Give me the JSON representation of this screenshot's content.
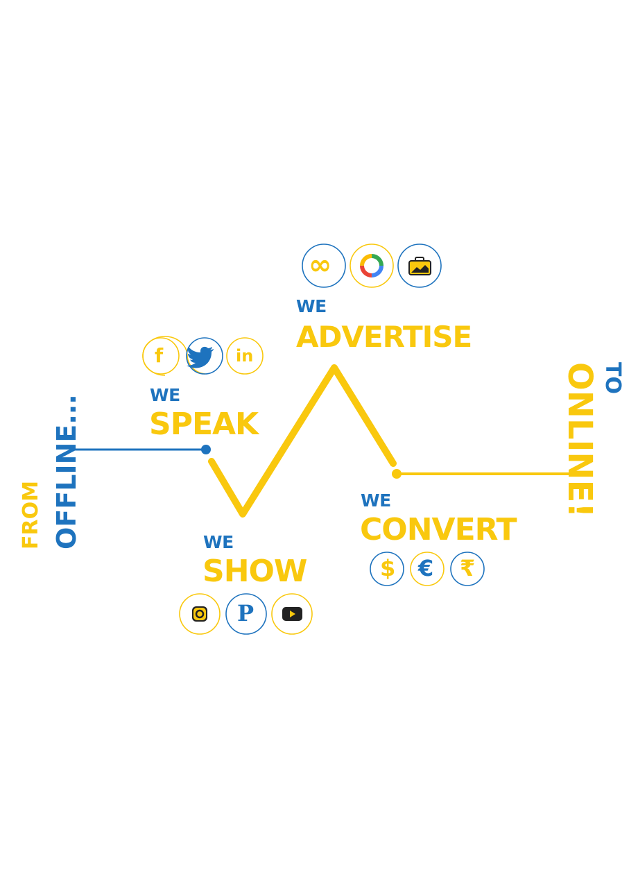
{
  "from_label": "FROM",
  "offline_label": "OFFLINE...",
  "to_label": "TO",
  "online_label": "ONLINE!",
  "stages": {
    "speak": {
      "we": "WE",
      "title": "SPEAK",
      "icons": [
        "facebook-icon",
        "twitter-icon",
        "linkedin-icon"
      ],
      "glyphs": [
        "f",
        "",
        "in"
      ]
    },
    "show": {
      "we": "WE",
      "title": "SHOW",
      "icons": [
        "instagram-icon",
        "pinterest-icon",
        "youtube-icon"
      ],
      "glyphs": [
        "",
        "P",
        ""
      ]
    },
    "advertise": {
      "we": "WE",
      "title": "ADVERTISE",
      "icons": [
        "meta-icon",
        "google-ads-icon",
        "business-icon"
      ],
      "glyphs": [
        "∞",
        "",
        ""
      ]
    },
    "convert": {
      "we": "WE",
      "title": "CONVERT",
      "icons": [
        "dollar-icon",
        "euro-icon",
        "rupee-icon"
      ],
      "glyphs": [
        "$",
        "€",
        "₹"
      ]
    }
  },
  "colors": {
    "blue": "#1e73be",
    "yellow": "#f9c80e"
  }
}
